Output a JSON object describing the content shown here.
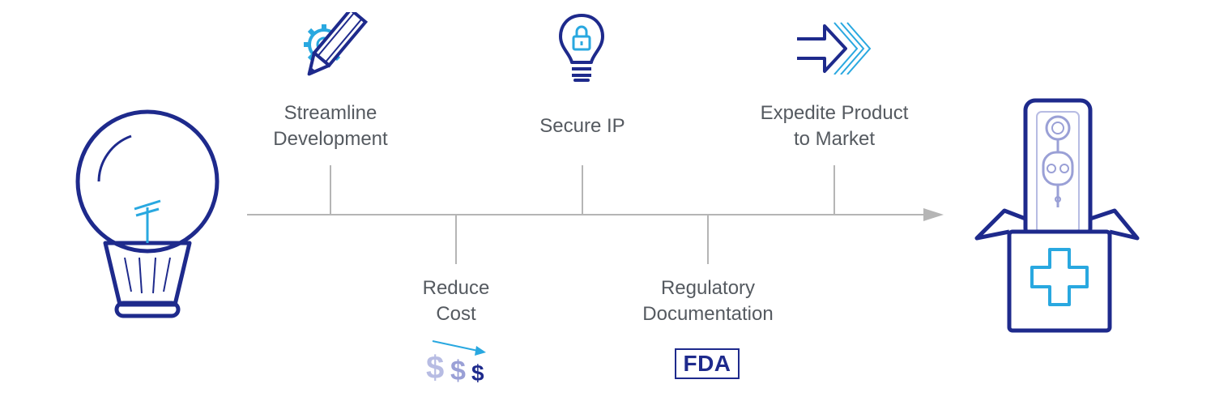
{
  "milestones": {
    "streamline": "Streamline\nDevelopment",
    "secure_ip": "Secure IP",
    "expedite": "Expedite Product\nto Market",
    "reduce_cost": "Reduce\nCost",
    "regulatory": "Regulatory\nDocumentation"
  },
  "fda_badge": "FDA",
  "colors": {
    "navy": "#1e2a8c",
    "cyan": "#29a8e0",
    "axis_gray": "#b5b5b5",
    "text_gray": "#555a60",
    "lavender": "#9aa0d6"
  },
  "icons": {
    "start": "lightbulb-icon",
    "streamline": "pencil-gear-icon",
    "secure_ip": "lightbulb-lock-icon",
    "expedite": "forward-arrow-icon",
    "reduce_cost": "dollar-decrease-icon",
    "regulatory": "fda-badge-icon",
    "end": "medical-device-box-icon"
  }
}
